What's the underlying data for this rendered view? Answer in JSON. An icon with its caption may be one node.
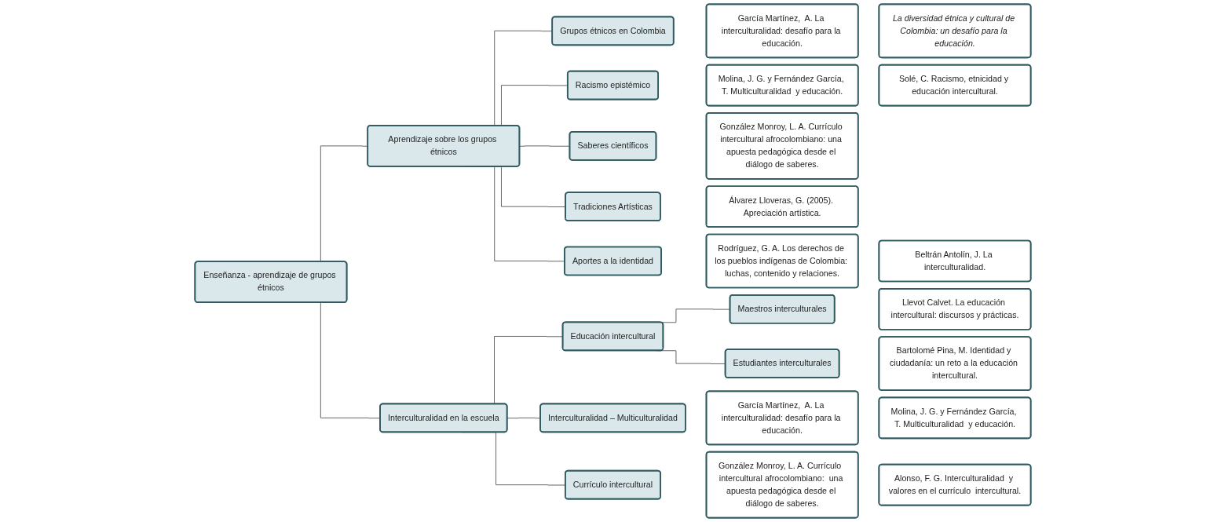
{
  "diagram": {
    "nodes": [
      {
        "text": [
          "Enseñanza - aprendizaje de grupos étnicos"
        ]
      },
      {
        "text": [
          "Aprendizaje sobre los grupos étnicos"
        ]
      },
      {
        "text": [
          "Grupos étnicos en Colombia"
        ]
      },
      {
        "text": [
          "García Martínez,  A. La interculturalidad: desafío para la educación."
        ]
      },
      {
        "text": [
          "La diversidad étnica y cultural de Colombia: un desafío para la educación."
        ]
      },
      {
        "text": [
          "Racismo epistémico"
        ]
      },
      {
        "text": [
          "Molina, J. G. y Fernández García, T. Multiculturalidad  y educación."
        ]
      },
      {
        "text": [
          "Solé, C. Racismo, etnicidad y educación intercultural."
        ]
      },
      {
        "text": [
          "Saberes científicos"
        ]
      },
      {
        "text": [
          "González Monroy, L. A. Currículo intercultural afrocolombiano: una apuesta pedagógica desde el diálogo de saberes."
        ]
      },
      {
        "text": [
          "Tradiciones Artísticas"
        ]
      },
      {
        "text": [
          "Álvarez Lloveras, G. (2005). Apreciación artística."
        ]
      },
      {
        "text": [
          "Aportes a la identidad"
        ]
      },
      {
        "text": [
          "Rodríguez, G. A. Los derechos de los pueblos indígenas de Colombia: luchas, contenido y relaciones."
        ]
      },
      {
        "text": [
          "Beltrán Antolín, J. La interculturalidad."
        ]
      },
      {
        "text": [
          "Interculturalidad  en la escuela"
        ]
      },
      {
        "text": [
          "Educación intercultural"
        ]
      },
      {
        "text": [
          "Maestros interculturales"
        ]
      },
      {
        "text": [
          "Llevot Calvet. La educación intercultural: discursos y prácticas."
        ]
      },
      {
        "text": [
          "Estudiantes interculturales"
        ]
      },
      {
        "text": [
          "Bartolomé Pina, M. Identidad y ciudadanía: un reto a la educación intercultural."
        ]
      },
      {
        "text": [
          "Interculturalidad  – Multiculturalidad"
        ]
      },
      {
        "text": [
          "García Martínez,  A. La interculturalidad: desafío para la educación."
        ]
      },
      {
        "text": [
          "Molina, J. G. y Fernández García, T. Multiculturalidad  y educación."
        ]
      },
      {
        "text": [
          "Currículo intercultural"
        ]
      },
      {
        "text": [
          "González Monroy, L. A. Currículo  intercultural afrocolombiano:  una apuesta pedagógica desde el diálogo de saberes."
        ]
      },
      {
        "text": [
          "Alonso, F. G. Interculturalidad  y valores en el currículo  intercultural."
        ]
      }
    ],
    "edges": [
      {
        "from": 0,
        "to": 1,
        "arrow": "none"
      },
      {
        "from": 0,
        "to": 15,
        "arrow": "none"
      },
      {
        "from": 1,
        "to": 2,
        "arrow": "none"
      },
      {
        "from": 1,
        "to": 5,
        "arrow": "none"
      },
      {
        "from": 1,
        "to": 8,
        "arrow": "none"
      },
      {
        "from": 1,
        "to": 10,
        "arrow": "none"
      },
      {
        "from": 1,
        "to": 12,
        "arrow": "none"
      },
      {
        "from": 15,
        "to": 16,
        "arrow": "none"
      },
      {
        "from": 15,
        "to": 21,
        "arrow": "none"
      },
      {
        "from": 15,
        "to": 24,
        "arrow": "none"
      },
      {
        "from": 16,
        "to": 17,
        "arrow": "none"
      },
      {
        "from": 16,
        "to": 19,
        "arrow": "none"
      }
    ]
  }
}
